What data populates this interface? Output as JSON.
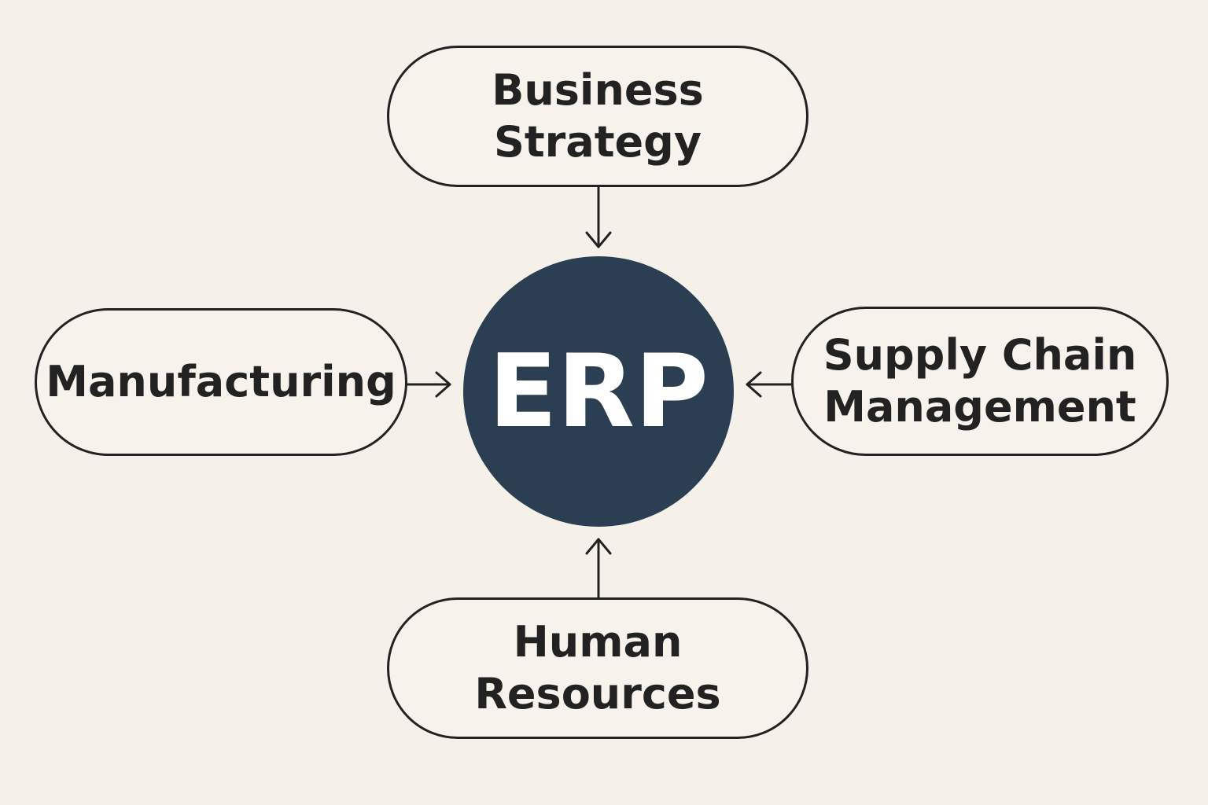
{
  "center": {
    "label": "ERP",
    "color": "#2b3e52"
  },
  "nodes": {
    "top": {
      "lines": [
        "Business",
        "Strategy"
      ]
    },
    "left": {
      "lines": [
        "Manufacturing"
      ]
    },
    "right": {
      "lines": [
        "Supply Chain",
        "Management"
      ]
    },
    "bottom": {
      "lines": [
        "Human",
        "Resources"
      ]
    }
  },
  "colors": {
    "background": "#f5f1ea",
    "stroke": "#222222"
  }
}
